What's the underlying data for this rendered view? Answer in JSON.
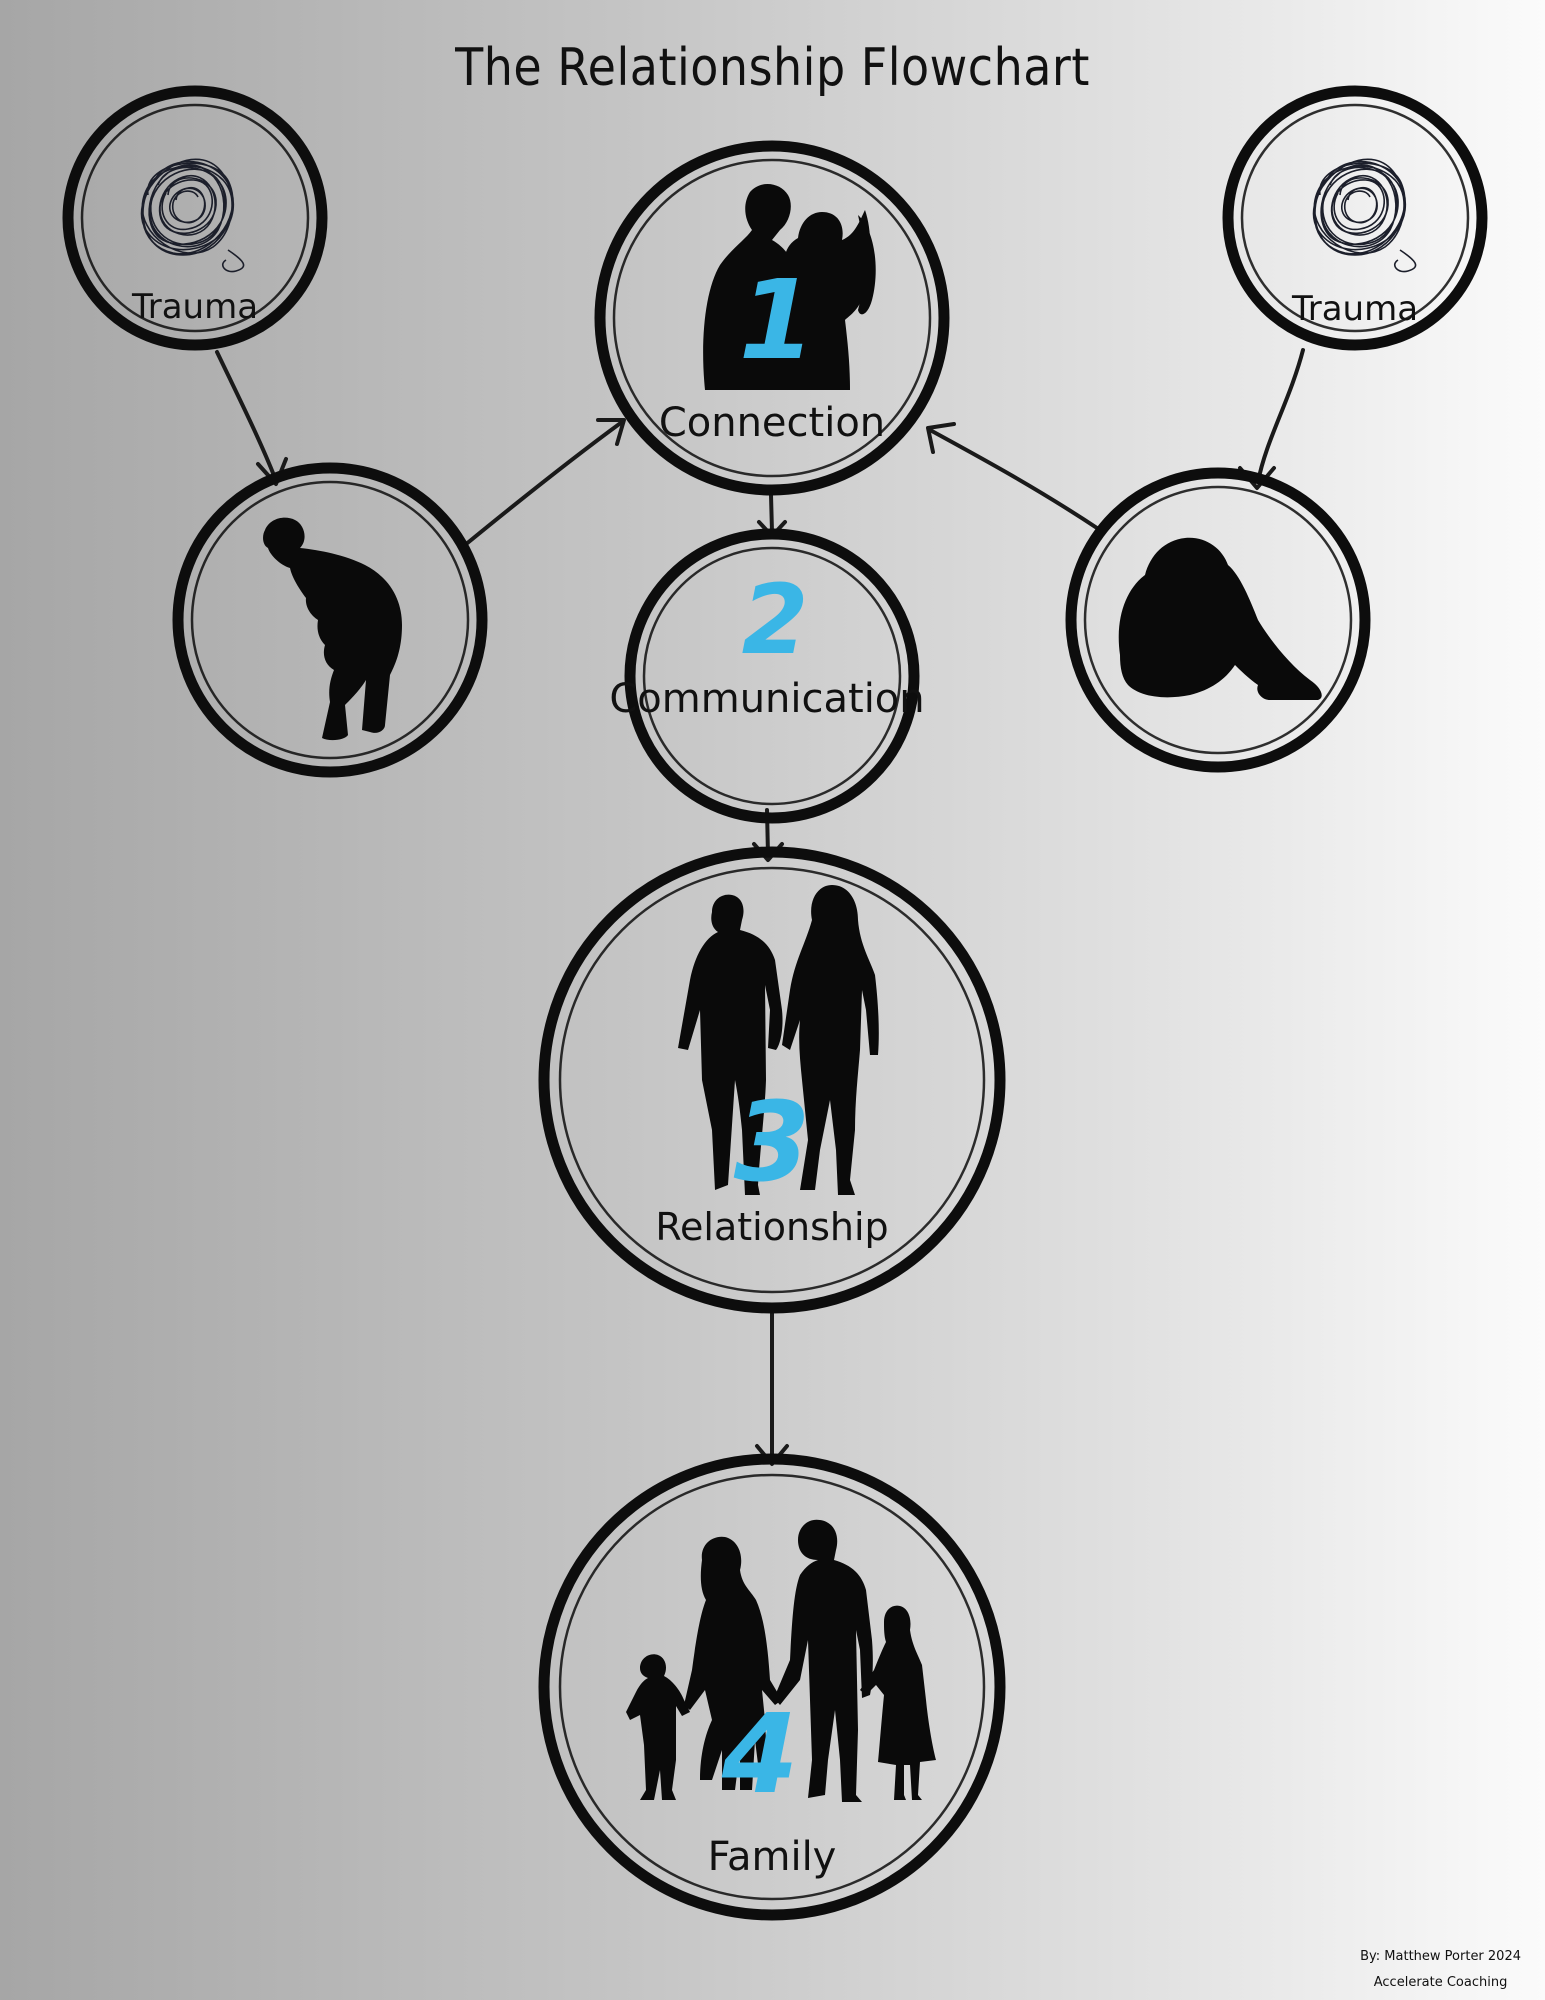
{
  "title": "The Relationship Flowchart",
  "accent_color": "#3ab6e6",
  "nodes": {
    "trauma_left": {
      "label": "Trauma",
      "icon": "scribble-icon"
    },
    "trauma_right": {
      "label": "Trauma",
      "icon": "scribble-icon"
    },
    "connection": {
      "number": "1",
      "label": "Connection",
      "icon": "couple-embrace-icon"
    },
    "hurt_left": {
      "icon": "bent-over-person-icon"
    },
    "hurt_right": {
      "icon": "sitting-head-down-person-icon"
    },
    "communication": {
      "number": "2",
      "label": "Communication"
    },
    "relationship": {
      "number": "3",
      "label": "Relationship",
      "icon": "couple-holding-hands-icon"
    },
    "family": {
      "number": "4",
      "label": "Family",
      "icon": "family-icon"
    }
  },
  "credit": {
    "line1": "By: Matthew Porter 2024",
    "line2": "Accelerate Coaching"
  }
}
